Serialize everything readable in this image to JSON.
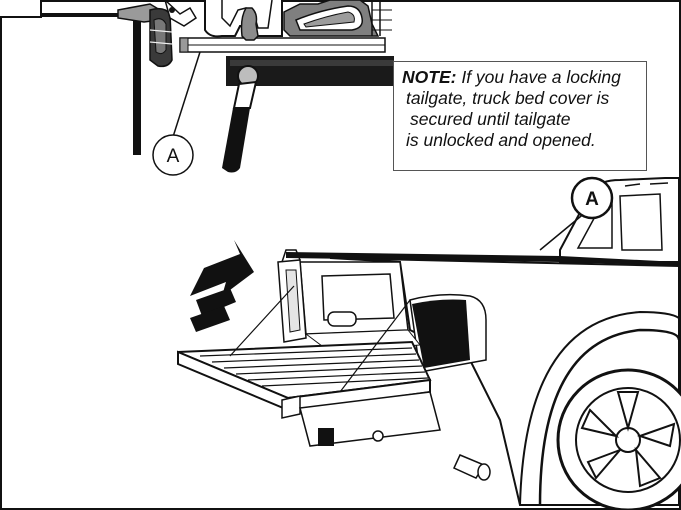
{
  "figure": {
    "note": {
      "keyword": "NOTE:",
      "line1": "If you have a locking",
      "line2": "tailgate, truck bed cover is",
      "line3": "secured until tailgate",
      "line4": "is unlocked and opened."
    },
    "callouts": {
      "latch_detail": "A",
      "truck_bed_cover": "A"
    }
  }
}
